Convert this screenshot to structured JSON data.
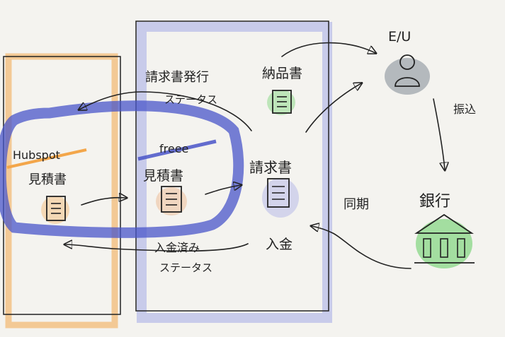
{
  "colors": {
    "background": "#f4f3ef",
    "orange": "#f3a64a",
    "blue": "#4a55c9",
    "lavender": "#aab0e6",
    "green": "#6cd06a",
    "gray": "#7f8894",
    "ink": "#222222"
  },
  "hubspot": {
    "label": "Hubspot",
    "doc_label": "見積書"
  },
  "freee": {
    "label": "freee",
    "estimate_label": "見積書",
    "invoice_label": "請求書",
    "delivery_label": "納品書",
    "deposit_label": "入金"
  },
  "flows": {
    "invoice_status_line1": "請求書発行",
    "invoice_status_line2": "ステータス",
    "paid_status_line1": "入金済み",
    "paid_status_line2": "ステータス",
    "sync_label": "同期",
    "transfer_label": "振込"
  },
  "eu": {
    "label": "E/U"
  },
  "bank": {
    "label": "銀行"
  }
}
